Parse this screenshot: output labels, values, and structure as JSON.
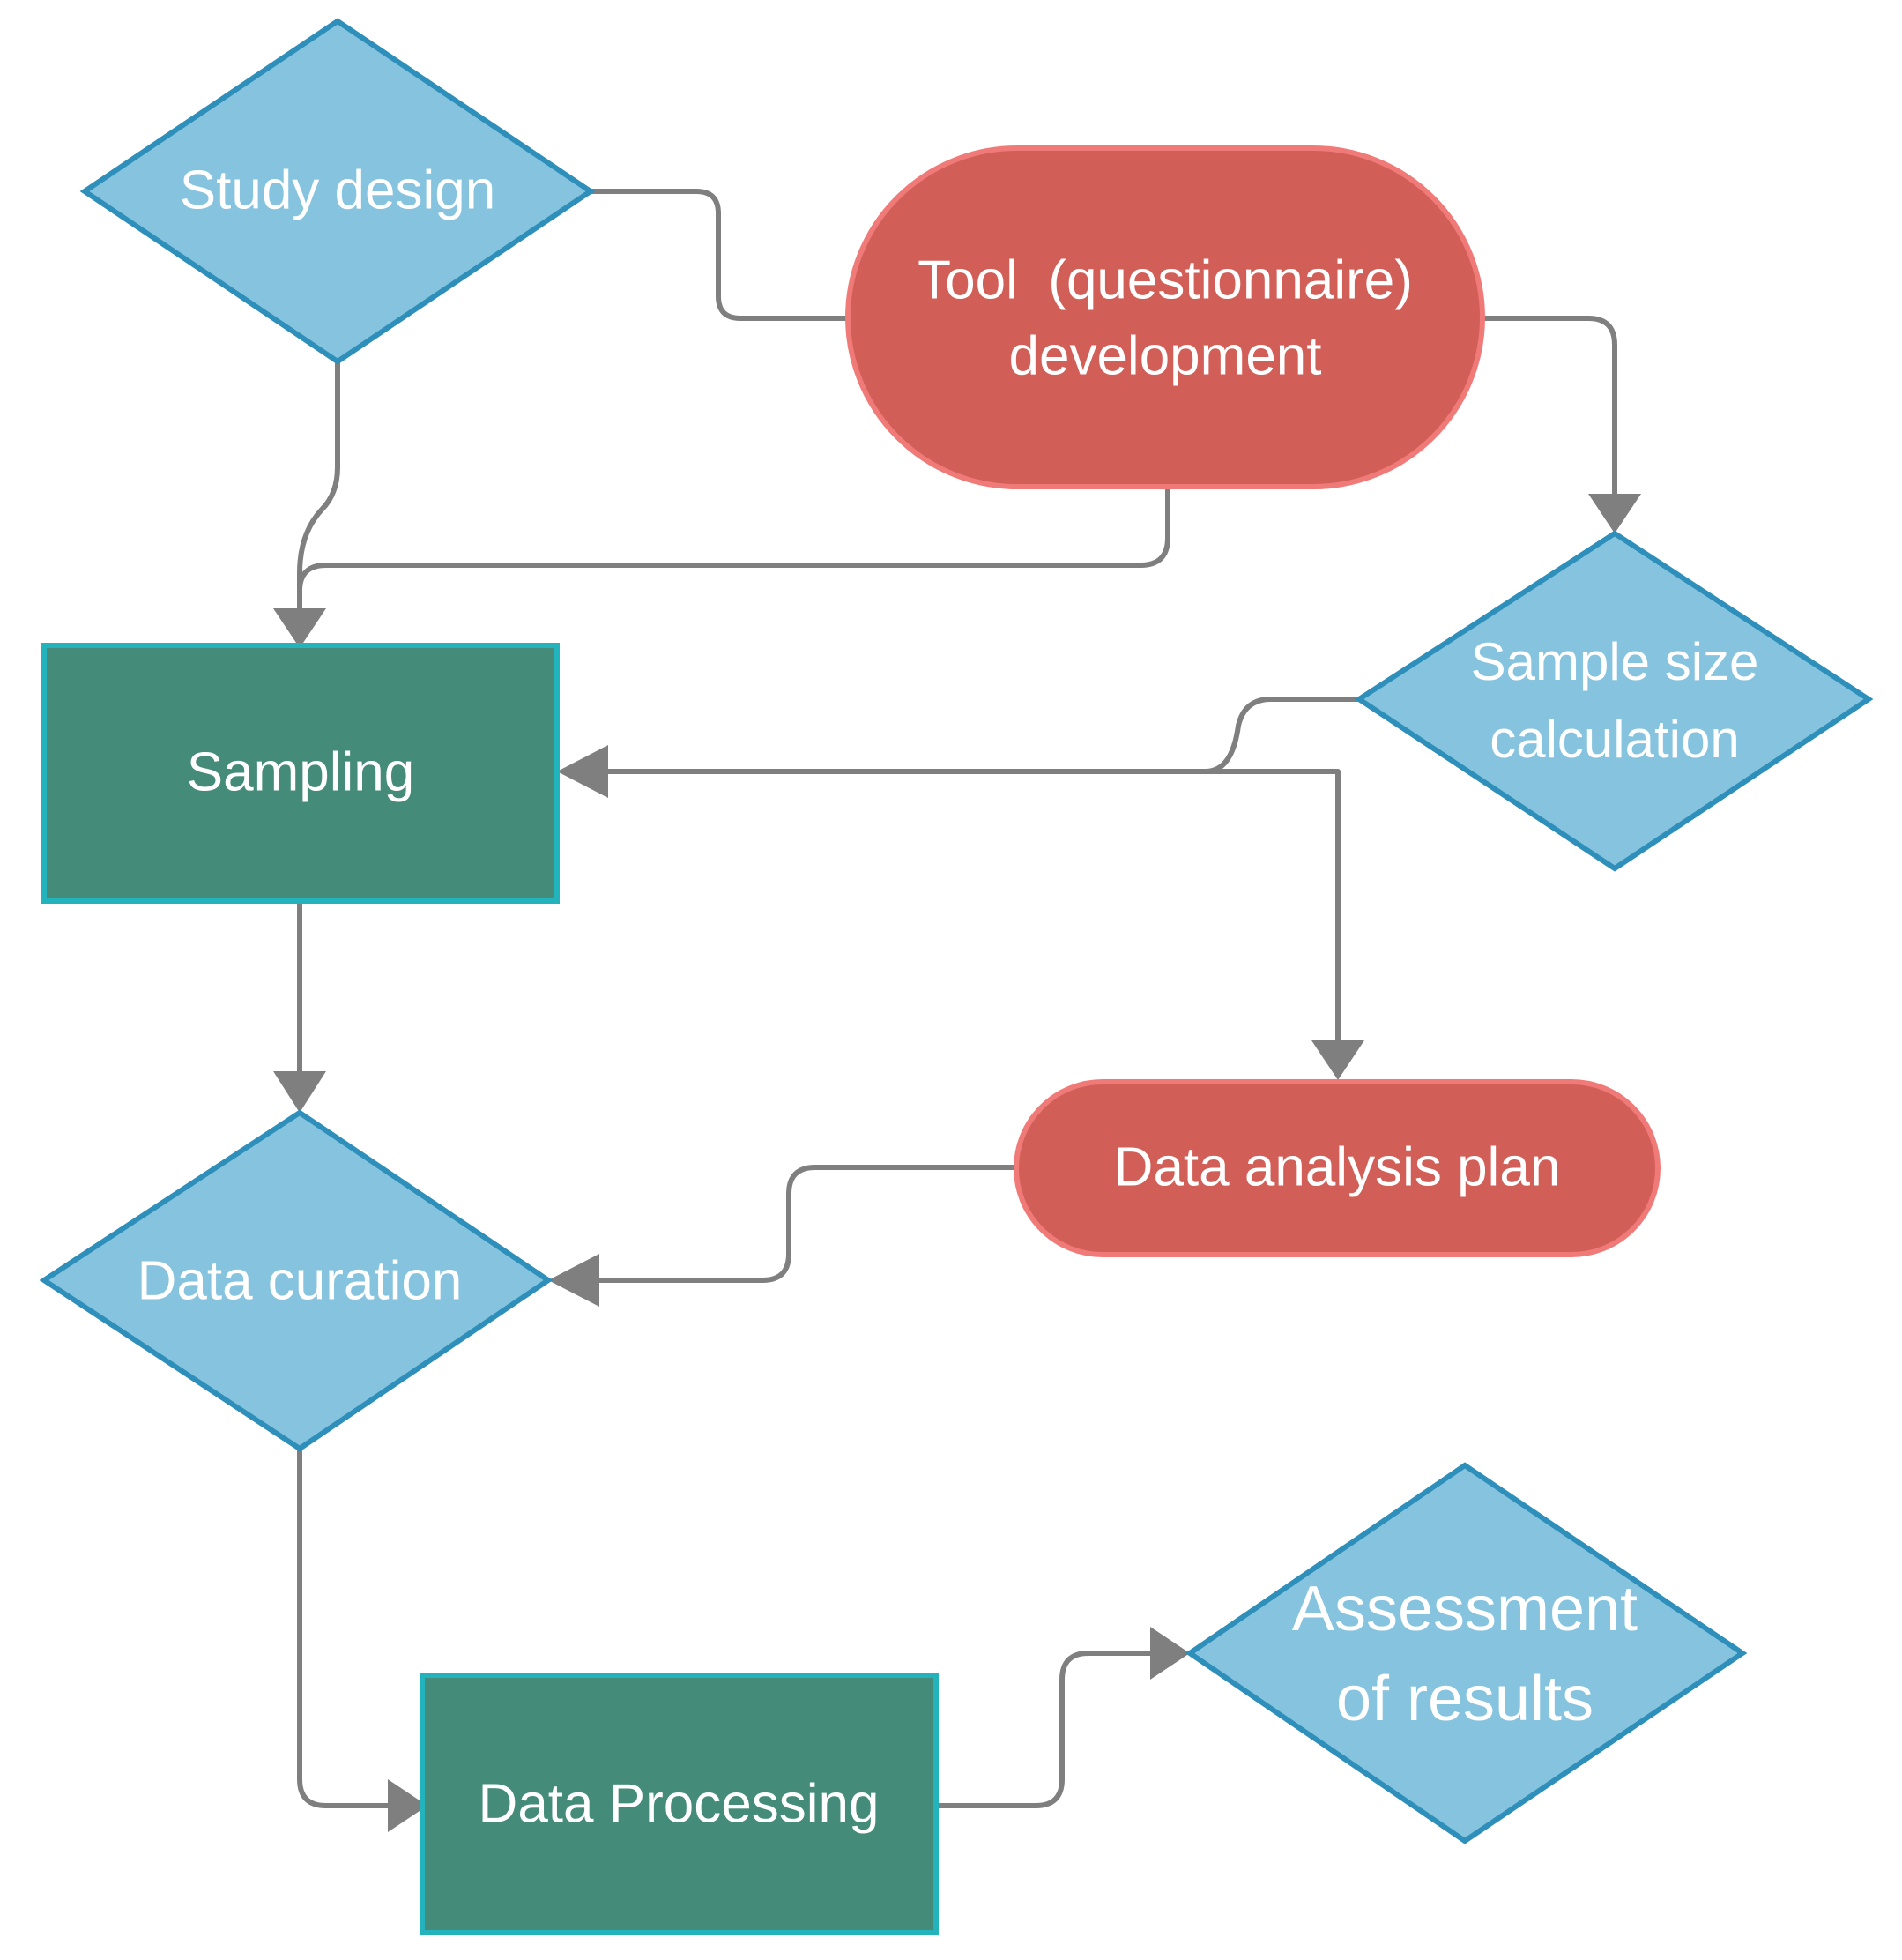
{
  "colors": {
    "decision_fill": "#86c3de",
    "decision_stroke": "#2e8fbb",
    "terminal_fill": "#d25e58",
    "terminal_stroke": "#f07a78",
    "process_fill": "#458b79",
    "process_stroke": "#22b3bd",
    "connector": "#7f7f7f"
  },
  "nodes": {
    "study_design": {
      "shape": "diamond",
      "lines": [
        "Study design"
      ]
    },
    "tool_development": {
      "shape": "terminal",
      "lines": [
        "Tool  (questionnaire)",
        "development"
      ]
    },
    "sample_size": {
      "shape": "diamond",
      "lines": [
        "Sample size",
        "calculation"
      ]
    },
    "sampling": {
      "shape": "process",
      "lines": [
        "Sampling"
      ]
    },
    "data_analysis_plan": {
      "shape": "terminal",
      "lines": [
        "Data analysis plan"
      ]
    },
    "data_curation": {
      "shape": "diamond",
      "lines": [
        "Data curation"
      ]
    },
    "data_processing": {
      "shape": "process",
      "lines": [
        "Data Processing"
      ]
    },
    "assessment": {
      "shape": "diamond",
      "lines": [
        "Assessment",
        "of results"
      ]
    }
  },
  "edges": [
    {
      "from": "study_design",
      "to": "tool_development",
      "arrow": false
    },
    {
      "from": "study_design",
      "to": "sampling",
      "arrow": true
    },
    {
      "from": "tool_development",
      "to": "sampling",
      "arrow": true
    },
    {
      "from": "tool_development",
      "to": "sample_size",
      "arrow": true
    },
    {
      "from": "sample_size",
      "to": "sampling",
      "arrow": true
    },
    {
      "from": "sampling",
      "to": "data_analysis_plan",
      "arrow": true
    },
    {
      "from": "sampling",
      "to": "data_curation",
      "arrow": true
    },
    {
      "from": "data_analysis_plan",
      "to": "data_curation",
      "arrow": true
    },
    {
      "from": "data_curation",
      "to": "data_processing",
      "arrow": true
    },
    {
      "from": "data_processing",
      "to": "assessment",
      "arrow": true
    }
  ]
}
